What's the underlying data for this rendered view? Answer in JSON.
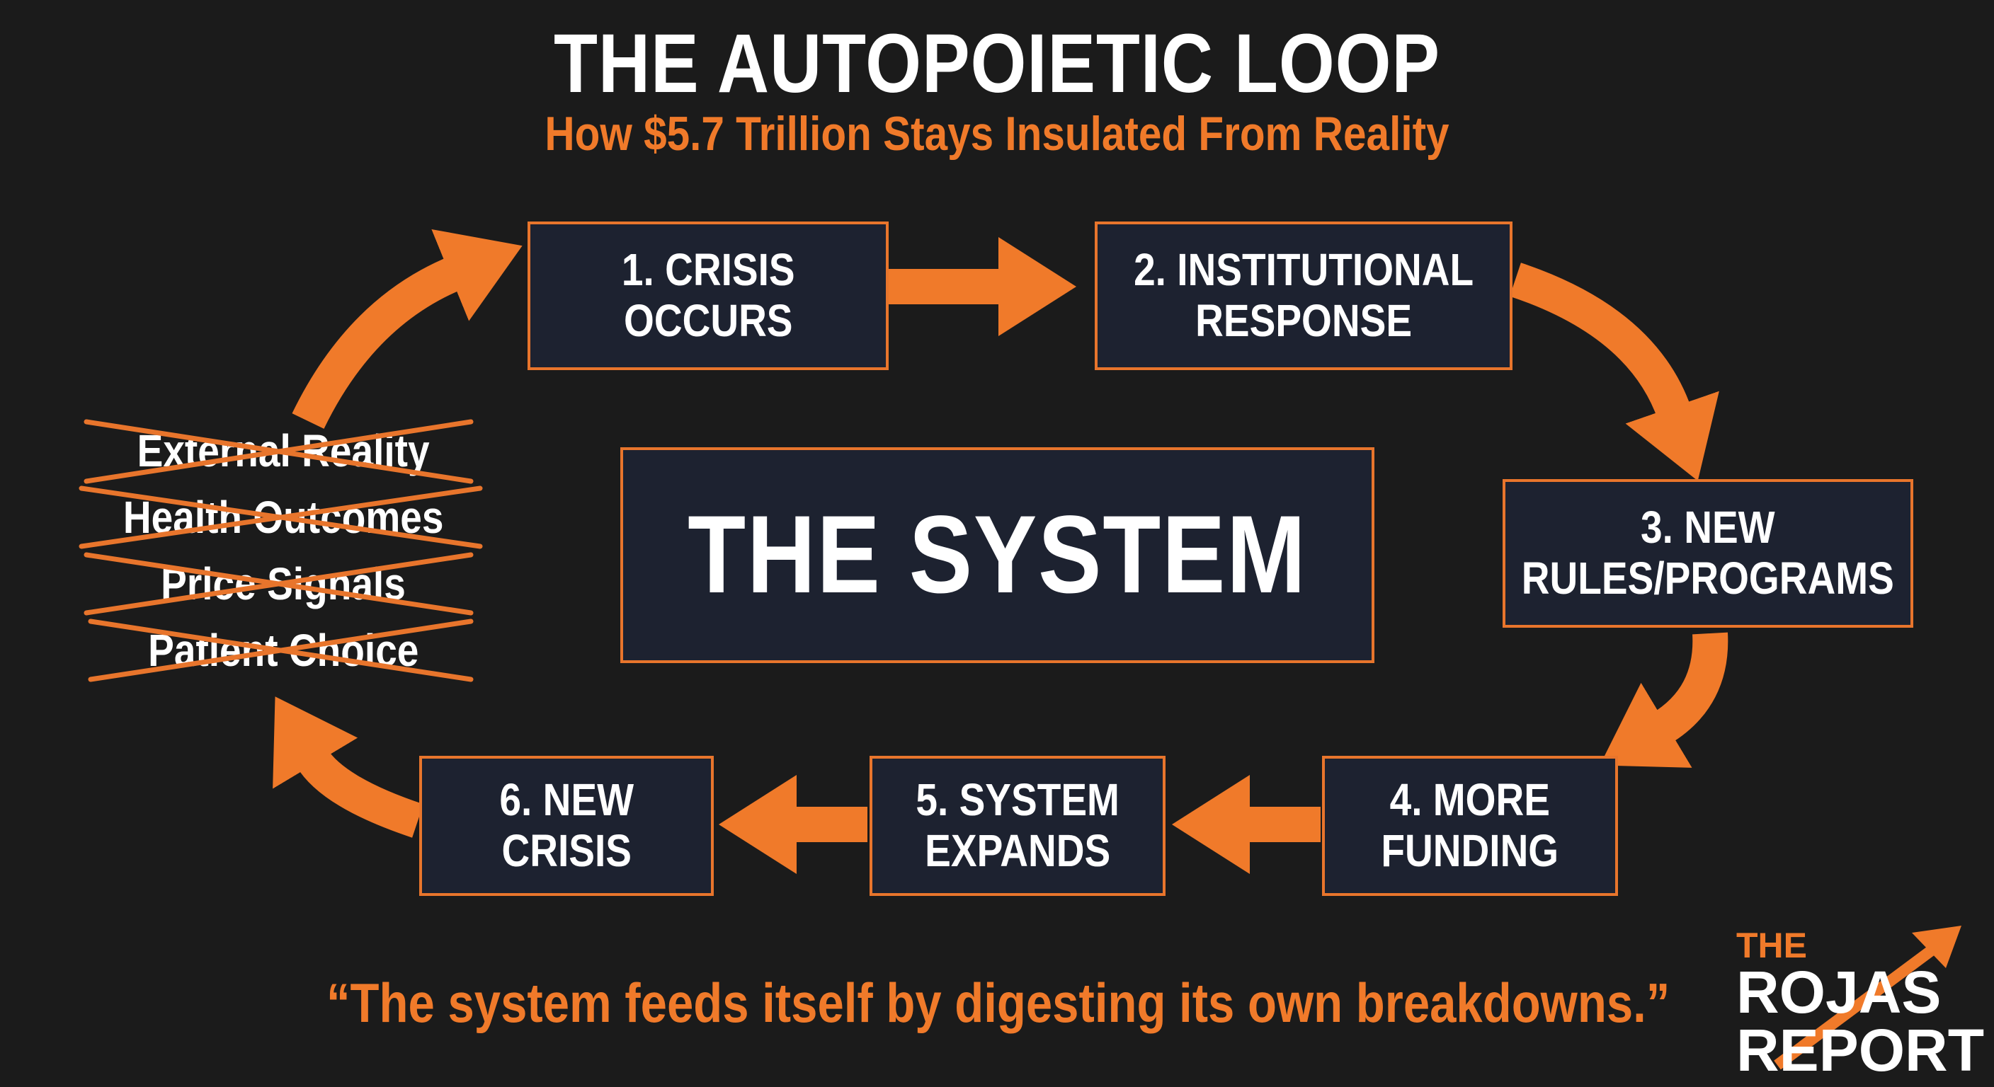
{
  "header": {
    "title": "THE AUTOPOIETIC LOOP",
    "subtitle": "How $5.7 Trillion Stays Insulated From Reality"
  },
  "center": {
    "label": "THE SYSTEM"
  },
  "steps": [
    {
      "line1": "1. CRISIS",
      "line2": "OCCURS"
    },
    {
      "line1": "2. INSTITUTIONAL",
      "line2": "RESPONSE"
    },
    {
      "line1": "3. NEW",
      "line2": "RULES/PROGRAMS"
    },
    {
      "line1": "4. MORE",
      "line2": "FUNDING"
    },
    {
      "line1": "5. SYSTEM",
      "line2": "EXPANDS"
    },
    {
      "line1": "6. NEW",
      "line2": "CRISIS"
    }
  ],
  "excluded": [
    "External Reality",
    "Health Outcomes",
    "Price Signals",
    "Patient Choice"
  ],
  "quote": "“The system feeds itself by digesting its own breakdowns.”",
  "brand": {
    "the": "THE",
    "name1": "ROJAS",
    "name2": "REPORT"
  },
  "colors": {
    "accent": "#e8752c",
    "box": "#1d2230",
    "background": "#1b1b1b"
  }
}
